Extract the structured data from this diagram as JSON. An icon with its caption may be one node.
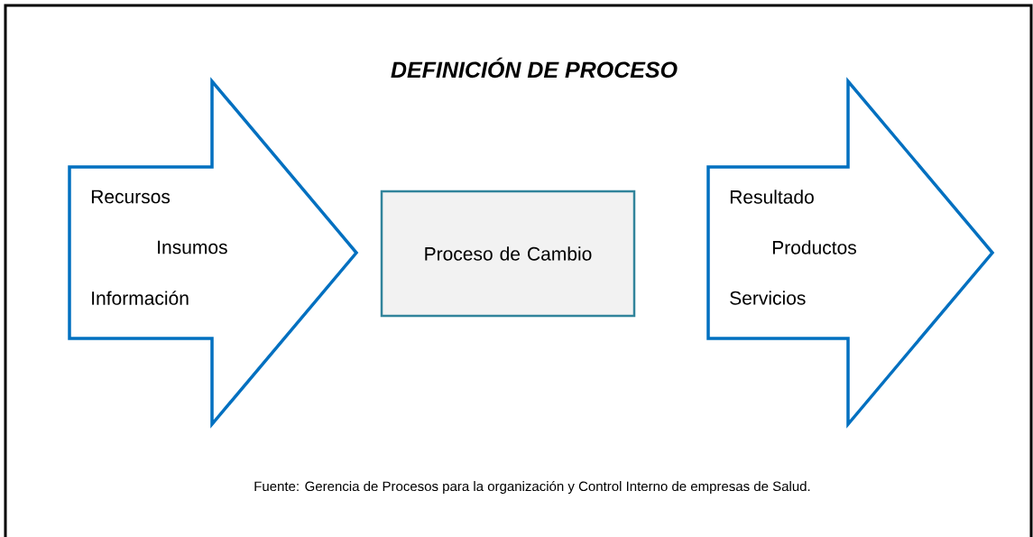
{
  "diagram": {
    "title": "DEFINICIÓN DE PROCESO",
    "nodes": [
      {
        "text": [
          "Recursos",
          "Insumos",
          "Información"
        ]
      },
      {
        "text": [
          "Proceso de Cambio"
        ]
      },
      {
        "text": [
          "Resultado",
          "Productos",
          "Servicios"
        ]
      }
    ],
    "caption": "Fuente: Gerencia de Procesos para la organización y Control Interno de empresas de Salud."
  }
}
